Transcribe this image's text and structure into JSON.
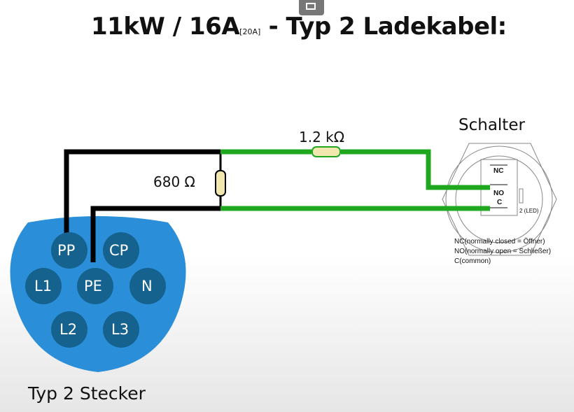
{
  "title": {
    "main": "11kW / 16A",
    "sub": "[20A]",
    "rest": " - Typ 2 Ladekabel:"
  },
  "resistor_pp": "680 Ω",
  "resistor_switch": "1.2 kΩ",
  "switch": {
    "title": "Schalter",
    "pins": [
      "NC",
      "NO",
      "C"
    ],
    "led": "2 (LED)",
    "legend": [
      "NC(normally closed = Öffner)",
      "NO(normally open = Schließer)",
      "C(common)"
    ]
  },
  "connector": {
    "title": "Typ 2 Stecker",
    "pins": [
      "PP",
      "CP",
      "L1",
      "PE",
      "N",
      "L2",
      "L3"
    ]
  },
  "colors": {
    "wire_green": "#1fa81f",
    "wire_black": "#000000",
    "plug": "#2a8fd8",
    "pin": "#16628f"
  }
}
